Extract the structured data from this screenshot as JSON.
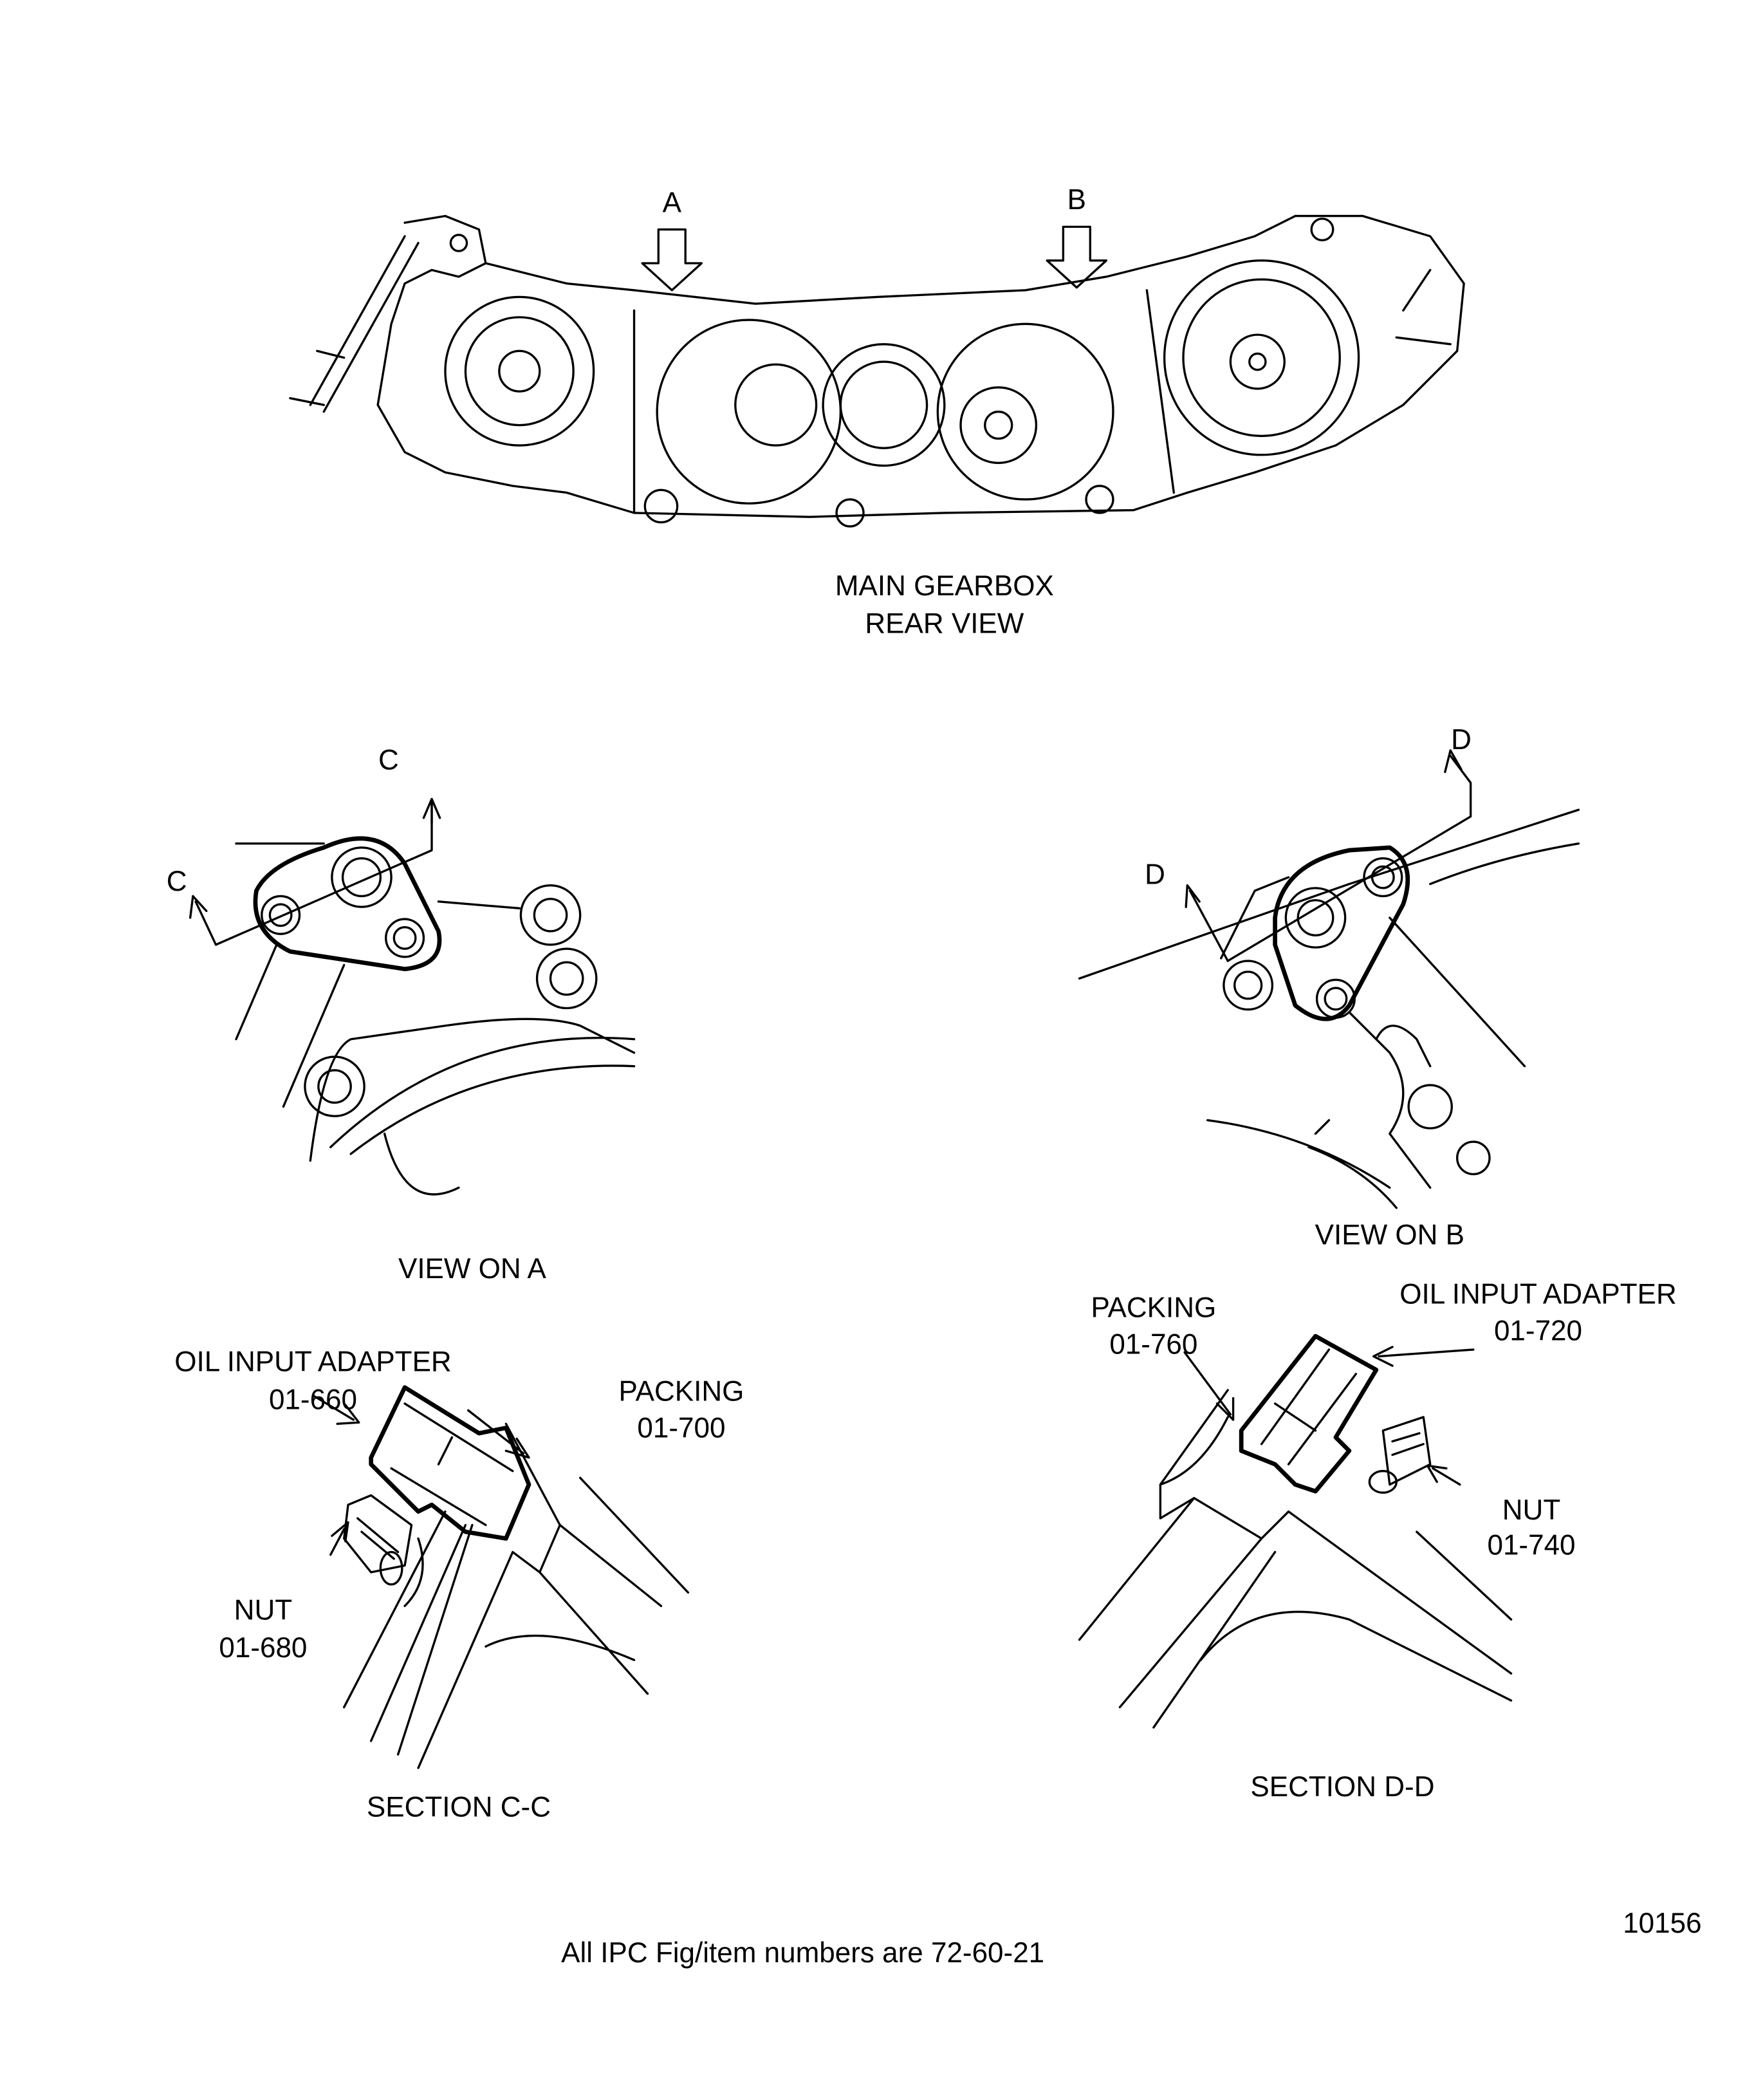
{
  "main_view": {
    "arrow_a": "A",
    "arrow_b": "B",
    "caption_line1": "MAIN GEARBOX",
    "caption_line2": "REAR VIEW"
  },
  "view_a": {
    "section_mark_top": "C",
    "section_mark_left": "C",
    "caption": "VIEW ON A"
  },
  "view_b": {
    "section_mark_top": "D",
    "section_mark_left": "D",
    "caption": "VIEW ON B"
  },
  "section_cc": {
    "adapter_label": "OIL INPUT ADAPTER",
    "adapter_item": "01-660",
    "packing_label": "PACKING",
    "packing_item": "01-700",
    "nut_label": "NUT",
    "nut_item": "01-680",
    "caption": "SECTION C-C"
  },
  "section_dd": {
    "packing_label": "PACKING",
    "packing_item": "01-760",
    "adapter_label": "OIL INPUT ADAPTER",
    "adapter_item": "01-720",
    "nut_label": "NUT",
    "nut_item": "01-740",
    "caption": "SECTION D-D"
  },
  "footer": {
    "note": "All IPC Fig/item numbers are 72-60-21",
    "figure_number": "10156"
  }
}
